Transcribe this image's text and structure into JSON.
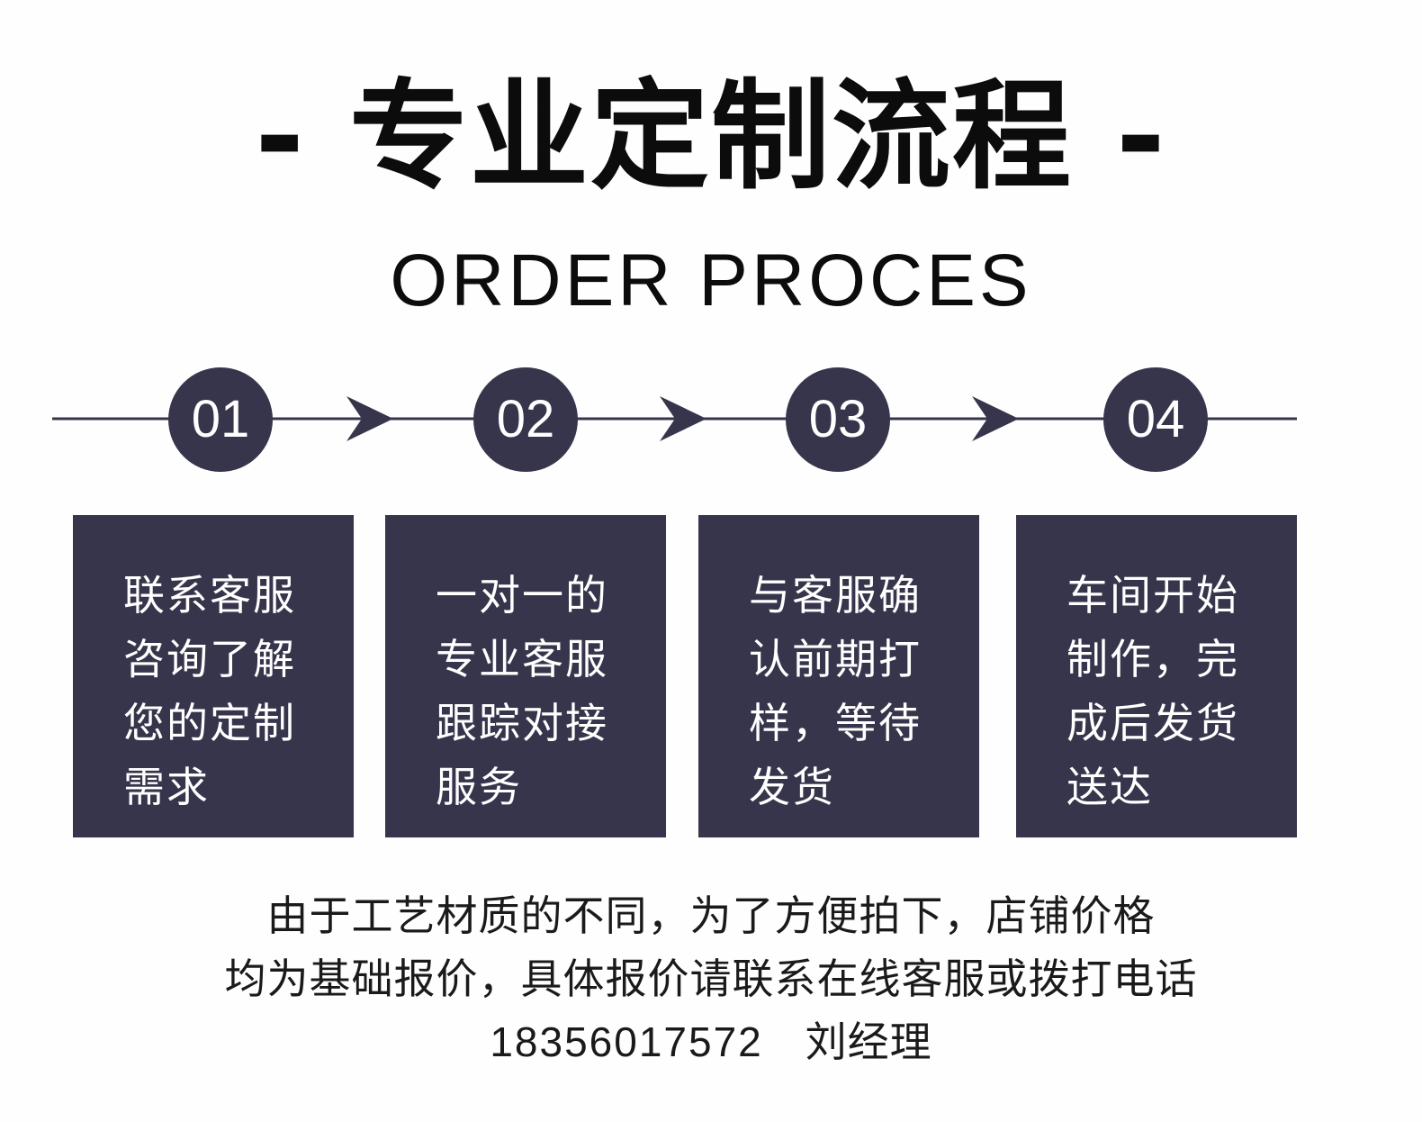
{
  "header": {
    "title": "- 专业定制流程 -",
    "subtitle": "ORDER PROCES"
  },
  "colors": {
    "accent": "#37354b",
    "line": "#37354b",
    "text": "#0c0c0c"
  },
  "steps": [
    {
      "number": "01",
      "text": "联系客服咨询了解您的定制需求"
    },
    {
      "number": "02",
      "text": "一对一的专业客服跟踪对接服务"
    },
    {
      "number": "03",
      "text": "与客服确认前期打样，等待发货"
    },
    {
      "number": "04",
      "text": "车间开始制作，完成后发货送达"
    }
  ],
  "notes": {
    "line1": "由于工艺材质的不同，为了方便拍下，店铺价格",
    "line2": "均为基础报价，具体报价请联系在线客服或拨打电话",
    "phone": "18356017572",
    "contact": "刘经理"
  }
}
